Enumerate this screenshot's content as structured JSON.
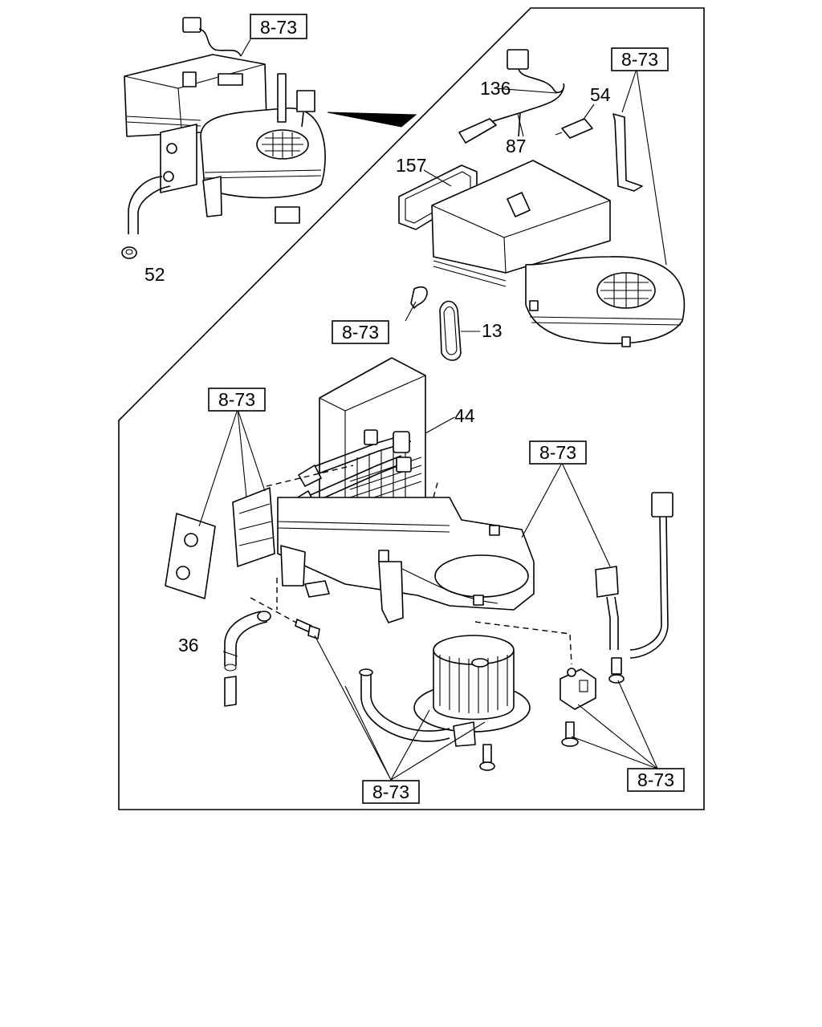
{
  "callouts": {
    "p52": "52",
    "p136": "136",
    "p54": "54",
    "p87": "87",
    "p157": "157",
    "p13": "13",
    "p44": "44",
    "p36": "36"
  },
  "refs": {
    "r1": "8-73",
    "r2": "8-73",
    "r3": "8-73",
    "r4": "8-73",
    "r5": "8-73",
    "r6": "8-73",
    "r7": "8-73"
  }
}
